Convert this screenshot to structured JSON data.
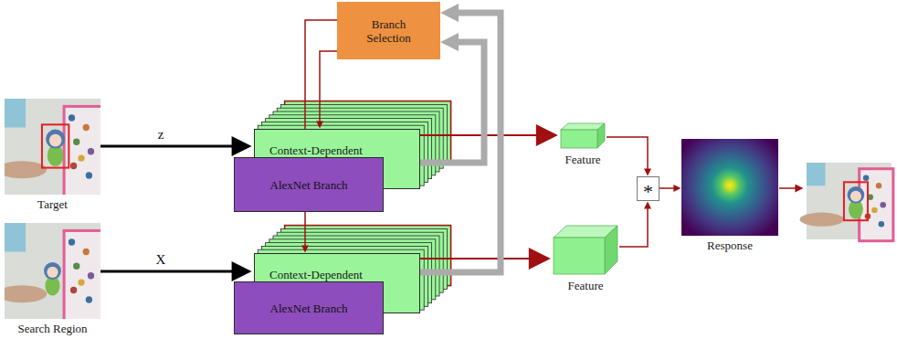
{
  "diagram": {
    "nodes": [
      {
        "text": [
          "Target"
        ]
      },
      {
        "text": [
          "Search Region"
        ]
      },
      {
        "text": [
          "Branch Selection"
        ]
      },
      {
        "text": [
          "Context-Dependent"
        ]
      },
      {
        "text": [
          "AlexNet Branch"
        ]
      },
      {
        "text": [
          "Context-Dependent"
        ]
      },
      {
        "text": [
          "AlexNet Branch"
        ]
      },
      {
        "text": [
          "Feature"
        ]
      },
      {
        "text": [
          "Feature"
        ]
      },
      {
        "text": [
          "*"
        ]
      },
      {
        "text": [
          "Response"
        ]
      }
    ],
    "edges": [
      {
        "from": 0,
        "to": 3,
        "label": "z",
        "arrow": "to"
      },
      {
        "from": 1,
        "to": 5,
        "label": "X",
        "arrow": "to"
      },
      {
        "from": 3,
        "to": 7,
        "arrow": "to"
      },
      {
        "from": 5,
        "to": 8,
        "arrow": "to"
      },
      {
        "from": 3,
        "to": 2,
        "arrow": "to"
      },
      {
        "from": 5,
        "to": 2,
        "arrow": "to"
      },
      {
        "from": 2,
        "to": 3,
        "arrow": "to"
      },
      {
        "from": 2,
        "to": 5,
        "arrow": "to"
      },
      {
        "from": 7,
        "to": 9,
        "arrow": "to"
      },
      {
        "from": 8,
        "to": 9,
        "arrow": "to"
      },
      {
        "from": 9,
        "to": 10,
        "arrow": "to"
      }
    ]
  }
}
